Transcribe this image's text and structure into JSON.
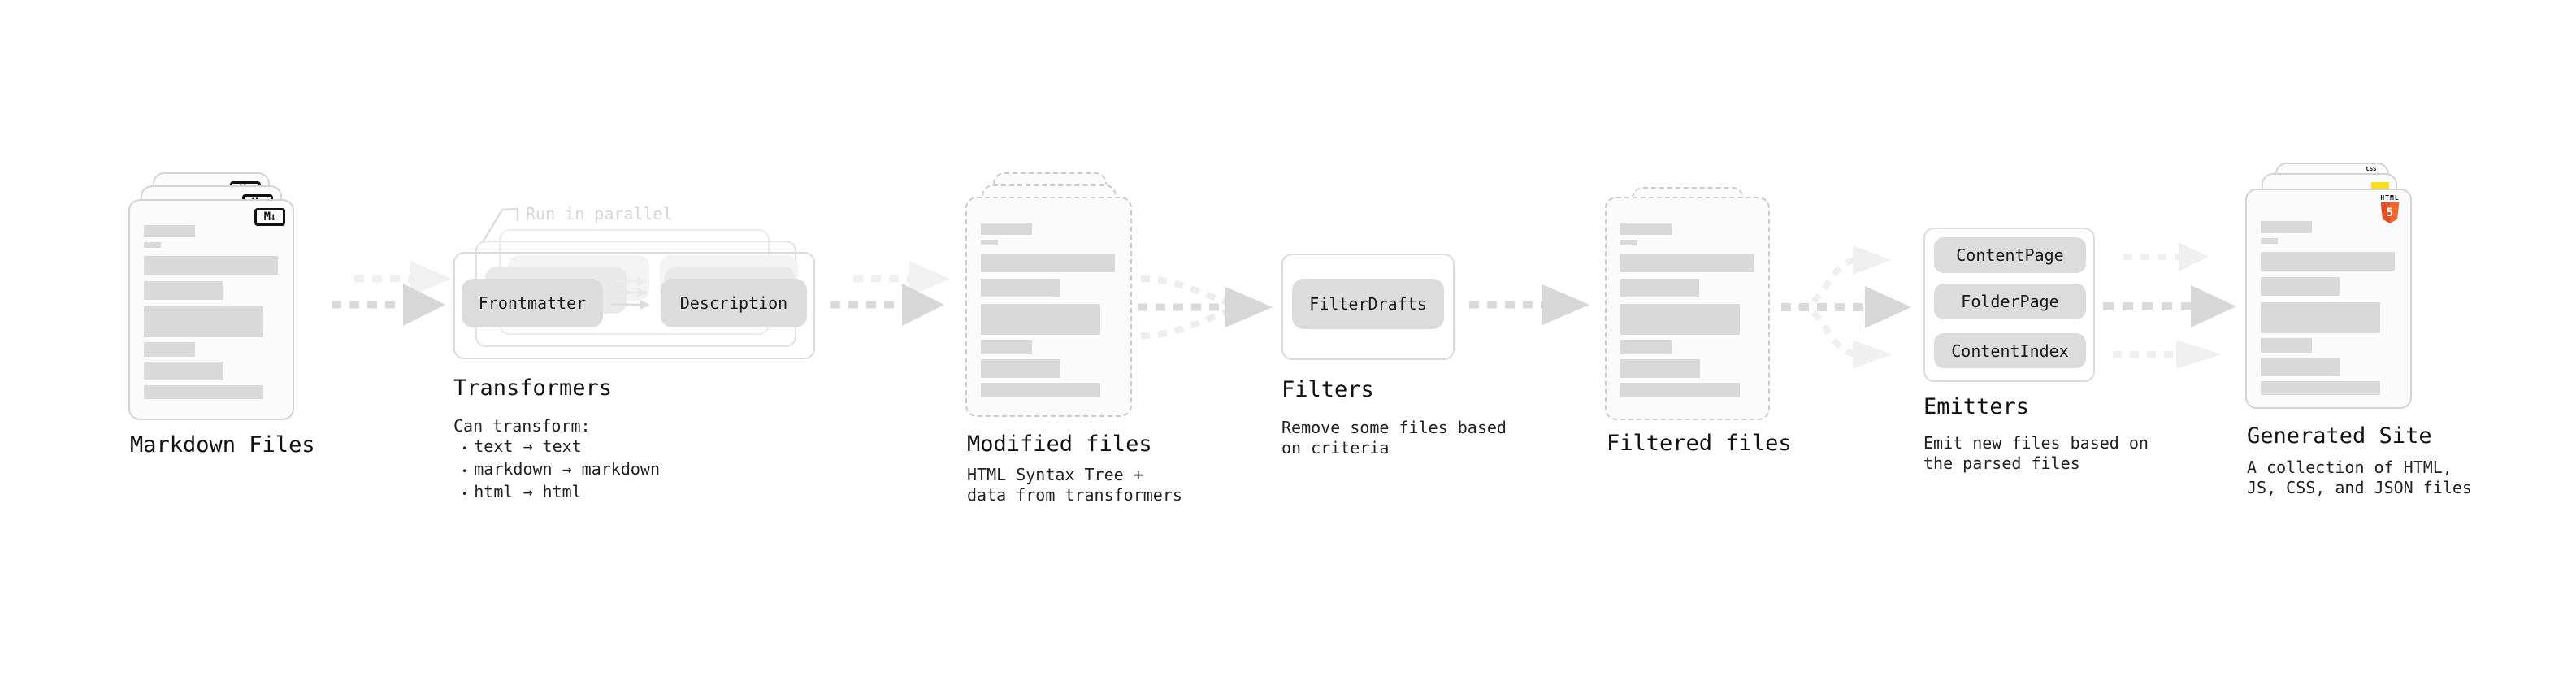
{
  "stages": {
    "markdown": {
      "title": "Markdown Files",
      "badge": "M↓"
    },
    "transformers": {
      "title": "Transformers",
      "note": "Run in parallel",
      "pill_a": "Frontmatter",
      "pill_b": "Description",
      "desc_heading": "Can transform:",
      "bullet_dot": "•",
      "bullets": [
        "text → text",
        "markdown → markdown",
        "html → html"
      ]
    },
    "modified": {
      "title": "Modified files",
      "desc": "HTML Syntax Tree +\ndata from transformers"
    },
    "filters": {
      "title": "Filters",
      "pill": "FilterDrafts",
      "desc": "Remove some files based\non criteria"
    },
    "filtered": {
      "title": "Filtered files"
    },
    "emitters": {
      "title": "Emitters",
      "pills": [
        "ContentPage",
        "FolderPage",
        "ContentIndex"
      ],
      "desc": "Emit new files based on\nthe parsed files"
    },
    "generated": {
      "title": "Generated Site",
      "desc": "A collection of HTML,\nJS, CSS, and JSON files",
      "css_badge": "CSS",
      "html_label": "HTML",
      "html_numeral": "5"
    }
  },
  "colors": {
    "html5_orange": "#e34f26",
    "html5_orange_light": "#f16529",
    "js_yellow": "#f7df1e",
    "css_blue": "#2965f1",
    "pill_gray": "#dcdcdc",
    "arrow_gray": "#d9d9d9",
    "ghost_gray": "#efefef"
  }
}
